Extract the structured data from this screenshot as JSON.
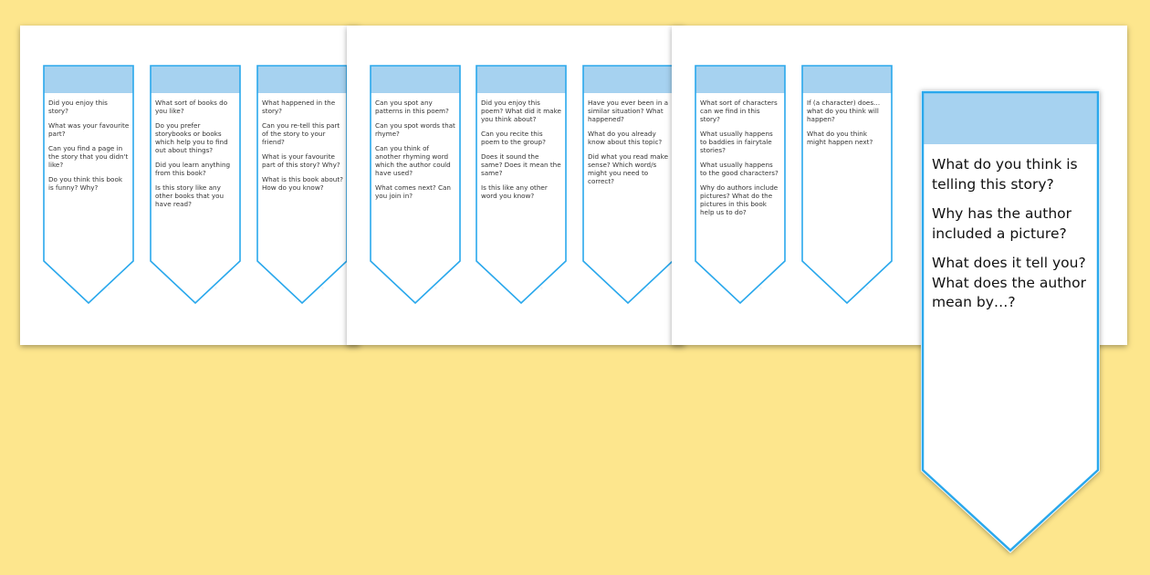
{
  "colors": {
    "background": "#fde68d",
    "bookmark_border": "#2aa8ec",
    "bookmark_header": "#a6d2f0",
    "sheet": "#ffffff"
  },
  "bookmarks": [
    {
      "questions": [
        "Did you enjoy this story?",
        "What was your favourite part?",
        "Can you find a page in the story that you didn't like?",
        "Do you think this book is funny? Why?"
      ]
    },
    {
      "questions": [
        "What sort of books do you like?",
        "Do you prefer storybooks or books which help you to find out about things?",
        "Did you learn anything from this book?",
        "Is this story like any other books that you have read?"
      ]
    },
    {
      "questions": [
        "What happened in the story?",
        "Can you re-tell this part of the story to your friend?",
        "What is your favourite part of this story? Why?",
        "What is this book about? How do you know?"
      ]
    },
    {
      "questions": [
        "Can you spot any patterns in this poem?",
        "Can you spot words that rhyme?",
        "Can you think of another rhyming word which the author could have used?",
        "What comes next? Can you join in?"
      ]
    },
    {
      "questions": [
        "Did you enjoy this poem? What did it make you think about?",
        "Can you recite this poem to the group?",
        "Does it sound the same? Does it mean the same?",
        "Is this like any other word you know?"
      ]
    },
    {
      "questions": [
        "Have you ever been in a similar situation? What happened?",
        "What do you already know about this topic?",
        "Did what you read make sense? Which word/s might you need to correct?"
      ]
    },
    {
      "questions": [
        "What sort of characters can we find in this story?",
        "What usually happens to baddies in fairytale stories?",
        "What usually happens to the good characters?",
        "Why do authors include pictures? What do the pictures in this book help us to do?"
      ]
    },
    {
      "questions": [
        "If (a character) does… what do you think will happen?",
        "What do you think might happen next?"
      ]
    }
  ],
  "featured_bookmark": {
    "questions": [
      "What do you think is telling this story?",
      "Why has the author included a picture?",
      "What does it tell you? What does the author mean by…?"
    ]
  }
}
